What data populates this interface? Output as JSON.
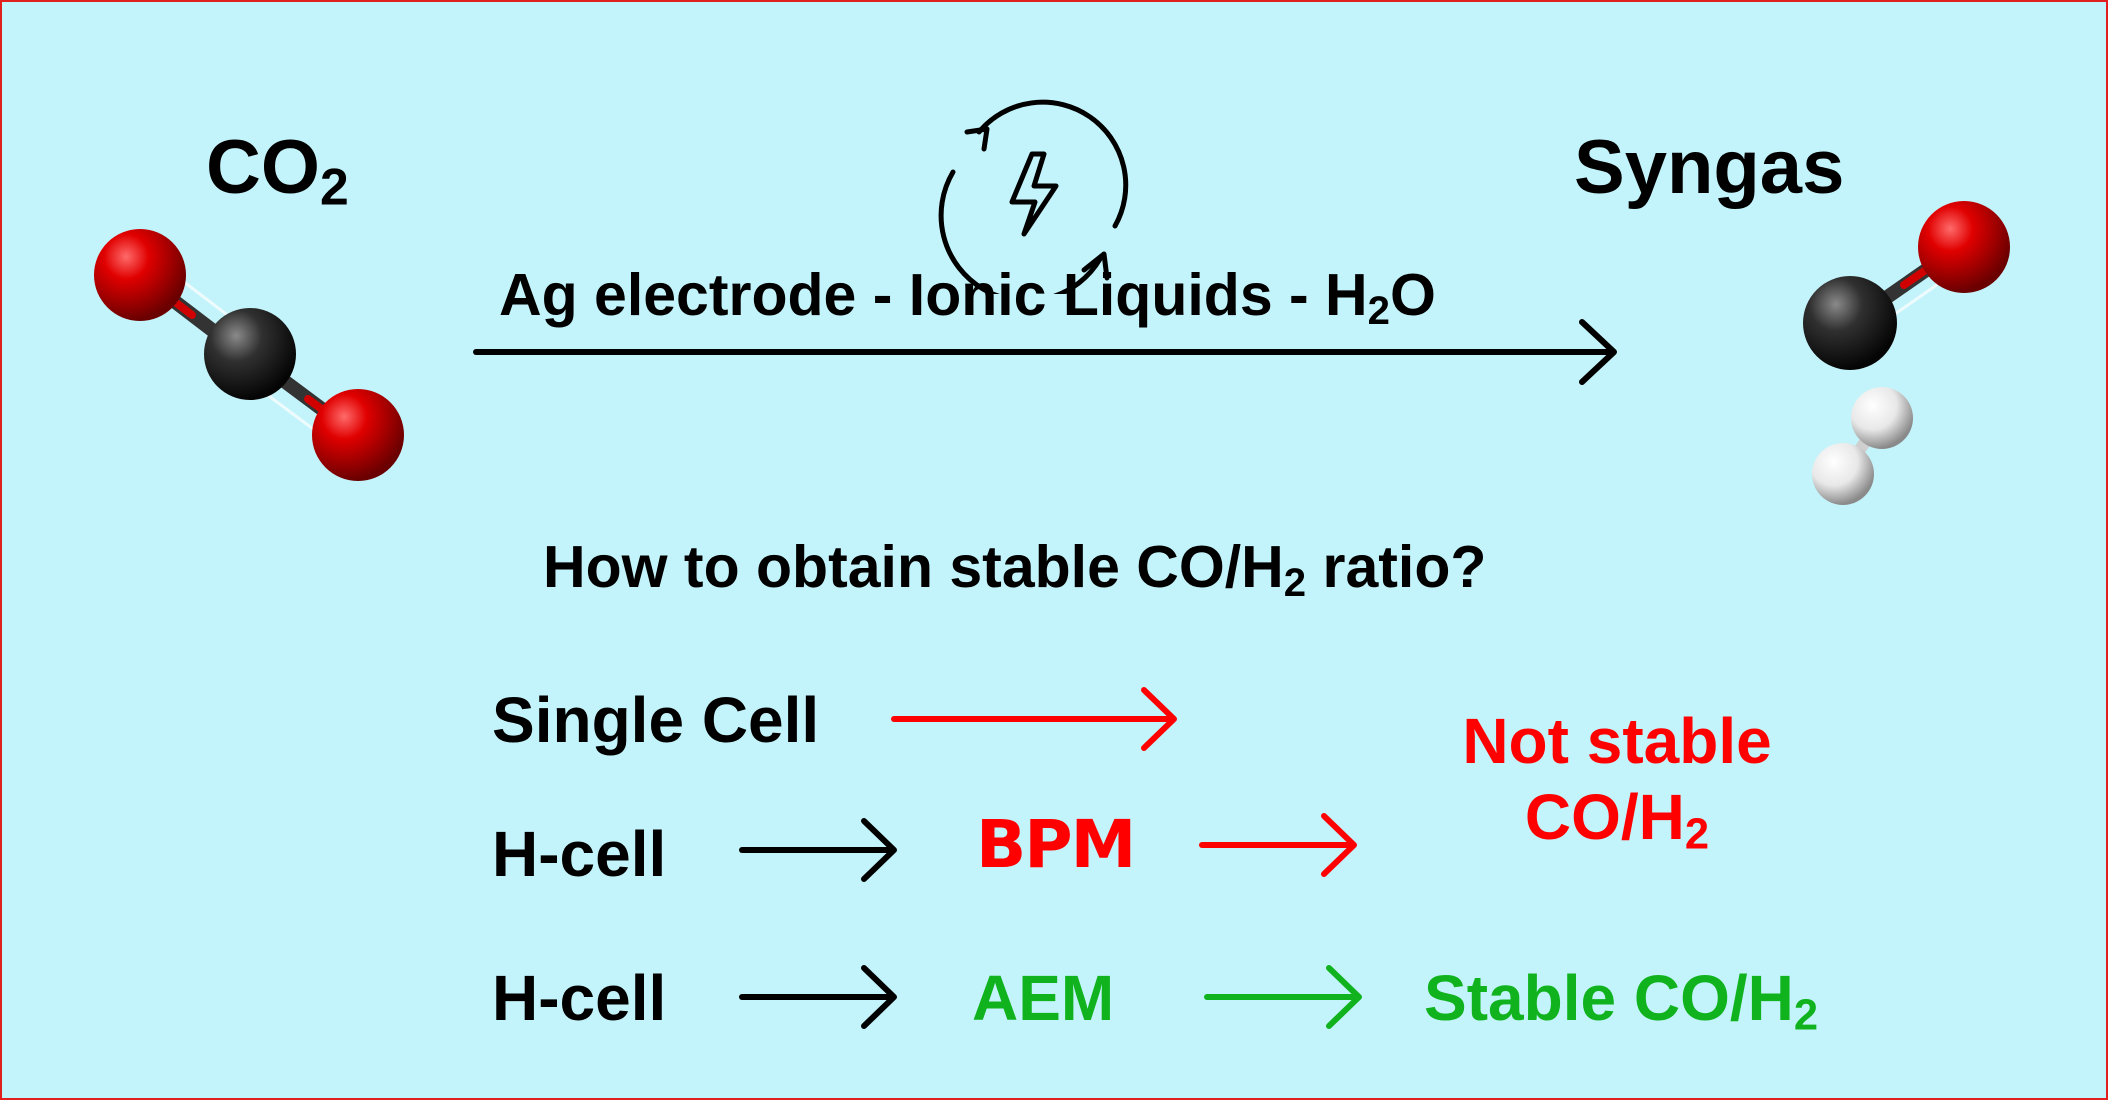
{
  "colors": {
    "background": "#c4f4fb",
    "border": "#e0201c",
    "red": "#ff0000",
    "green": "#10b21e",
    "black": "#000000"
  },
  "reactant": {
    "label": "CO",
    "label_sub": "2",
    "molecule_icon": "co2-molecule-icon"
  },
  "product": {
    "label": "Syngas",
    "molecule_icon": "co-h2-molecules-icon"
  },
  "reaction": {
    "icon": "electricity-cycle-icon",
    "condition_prefix": "Ag electrode - Ionic Liquids - H",
    "condition_sub": "2",
    "condition_suffix": "O"
  },
  "question": {
    "prefix": "How to obtain stable CO/H",
    "sub": "2",
    "suffix": " ratio?"
  },
  "routes": {
    "single_cell": "Single Cell",
    "h_cell_1": "H-cell",
    "bpm": "BPM",
    "h_cell_2": "H-cell",
    "aem": "AEM"
  },
  "outcomes": {
    "not_stable_line1": "Not stable",
    "not_stable_line2": "CO/H",
    "not_stable_sub": "2",
    "stable": "Stable CO/H",
    "stable_sub": "2"
  }
}
